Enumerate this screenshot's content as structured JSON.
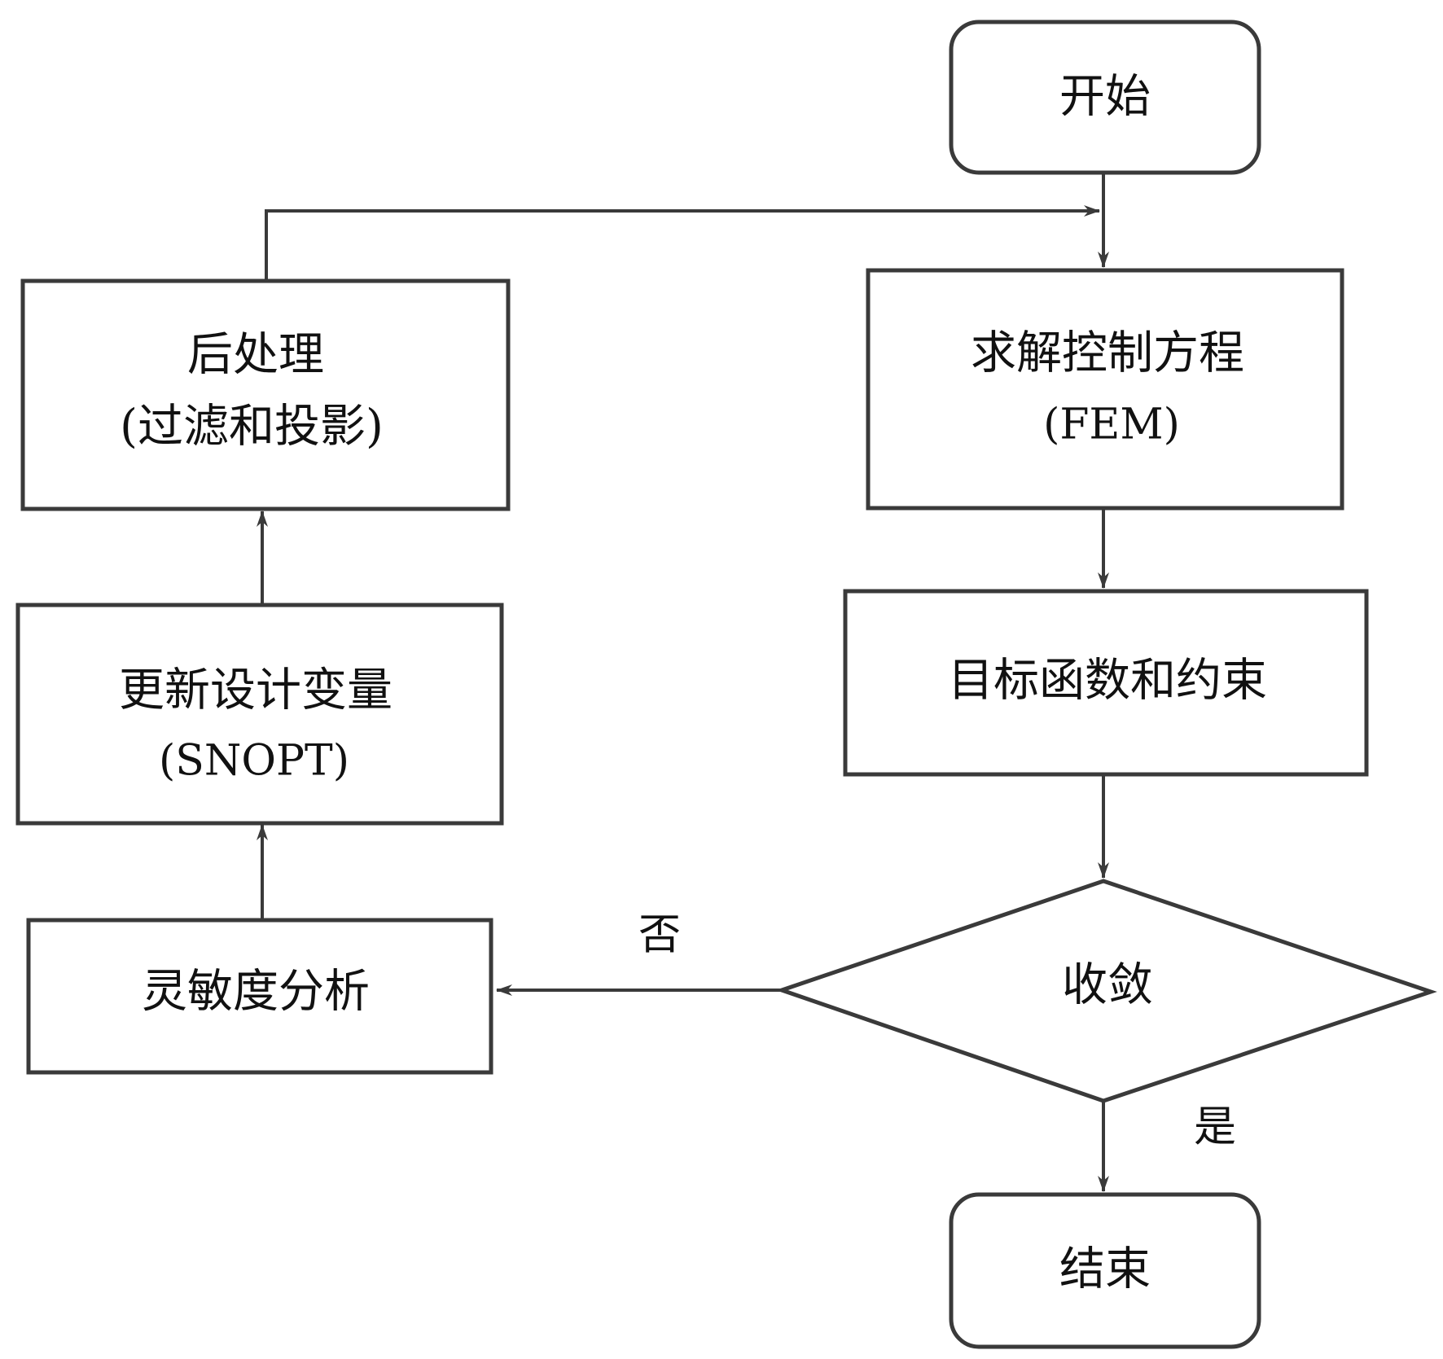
{
  "nodes": {
    "start": {
      "label": "开始"
    },
    "solve": {
      "line1": "求解控制方程",
      "line2": "(FEM)"
    },
    "objective": {
      "label": "目标函数和约束"
    },
    "converge": {
      "label": "收敛"
    },
    "end": {
      "label": "结束"
    },
    "sensitivity": {
      "label": "灵敏度分析"
    },
    "update": {
      "line1": "更新设计变量",
      "line2": "(SNOPT)"
    },
    "post": {
      "line1": "后处理",
      "line2": "(过滤和投影)"
    }
  },
  "edges": {
    "no_label": "否",
    "yes_label": "是"
  },
  "colors": {
    "stroke": "#3a3a3a",
    "text": "#111111",
    "background": "#ffffff"
  }
}
